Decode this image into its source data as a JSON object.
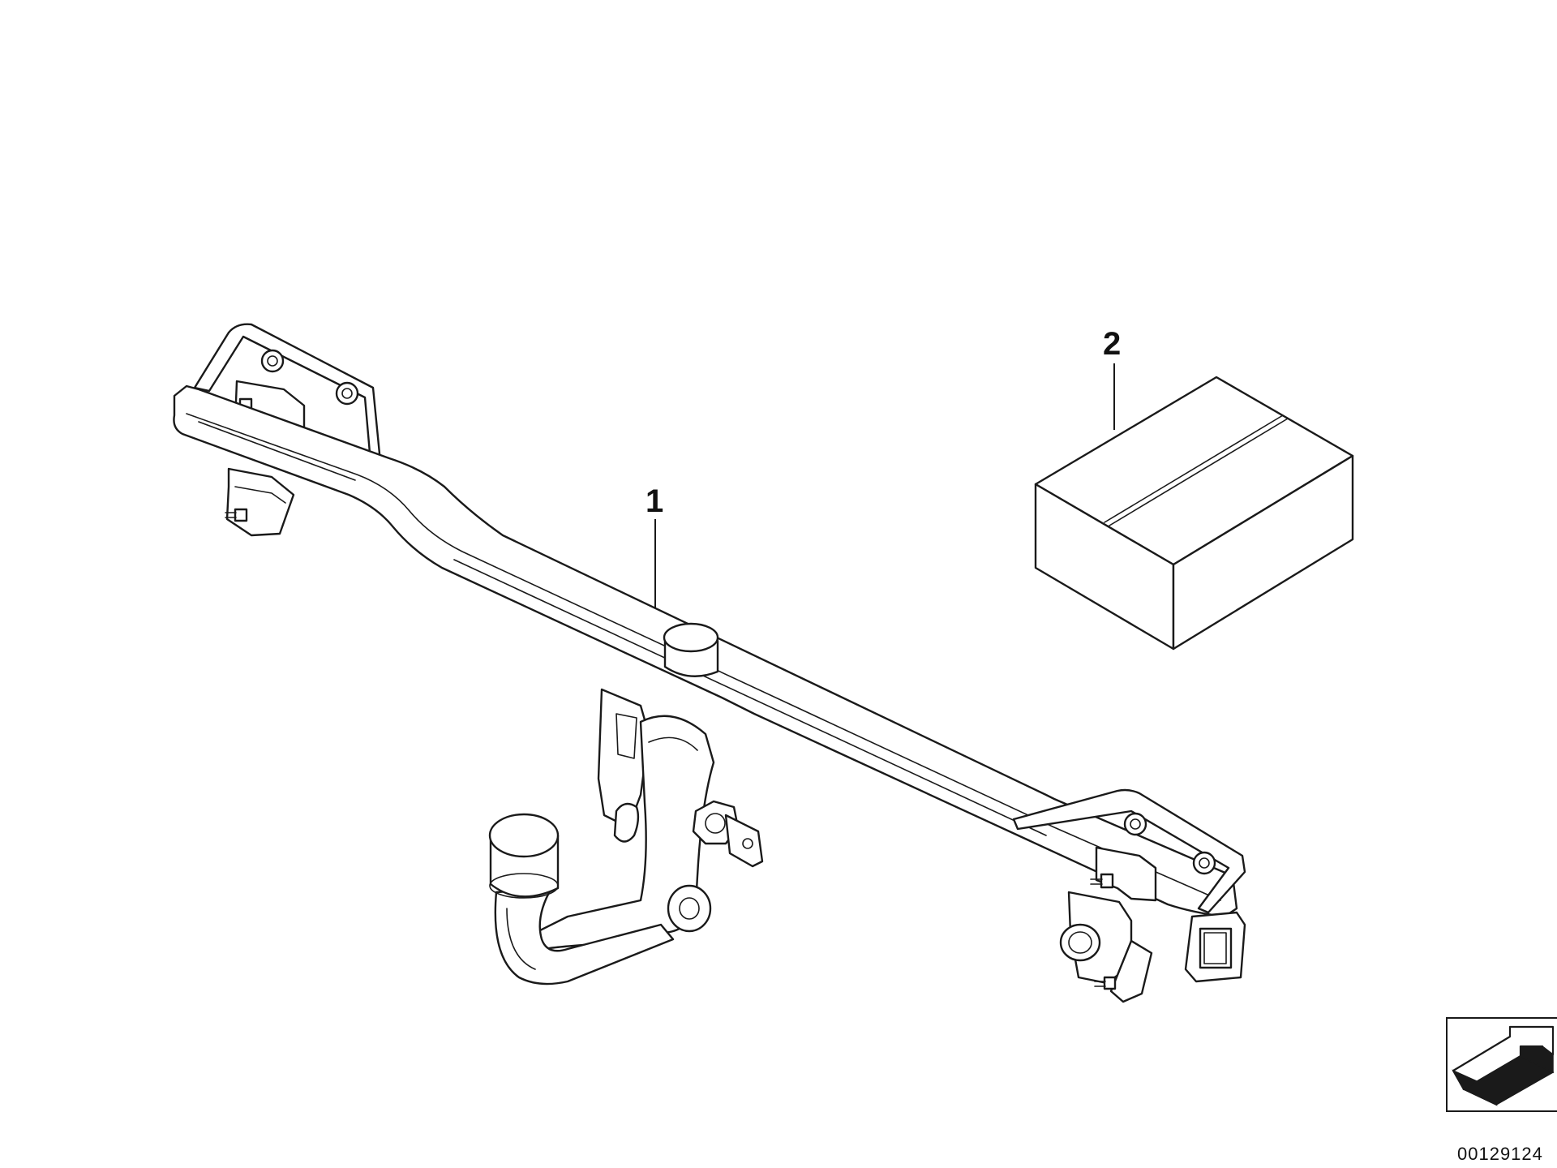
{
  "diagram": {
    "callouts": [
      {
        "id": "1",
        "label": "1"
      },
      {
        "id": "2",
        "label": "2"
      }
    ],
    "document_number": "00129124",
    "colors": {
      "line": "#1a1a1a",
      "background": "#ffffff"
    },
    "icons": [
      "orientation-arrow-icon"
    ]
  }
}
